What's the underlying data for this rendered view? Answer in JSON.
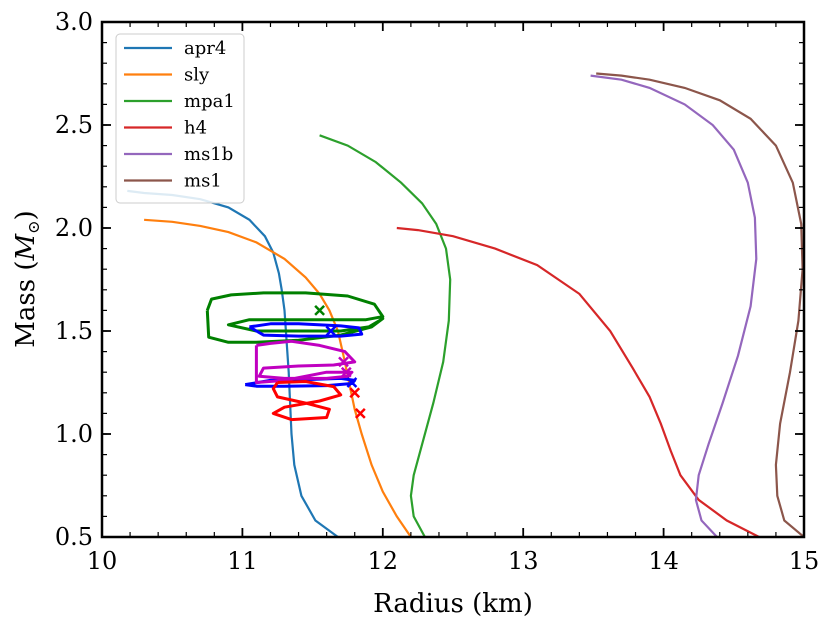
{
  "chart_data": {
    "type": "line",
    "title": "",
    "xlabel": "Radius (km)",
    "ylabel": "Mass (M_⊙)",
    "ylabel_main": "Mass (",
    "ylabel_symbol": "M",
    "ylabel_sub": "⊙",
    "ylabel_close": ")",
    "xlim": [
      10,
      15
    ],
    "ylim": [
      0.5,
      3.0
    ],
    "x_ticks": [
      10,
      11,
      12,
      13,
      14,
      15
    ],
    "x_tick_labels": [
      "10",
      "11",
      "12",
      "13",
      "14",
      "15"
    ],
    "y_ticks": [
      0.5,
      1.0,
      1.5,
      2.0,
      2.5,
      3.0
    ],
    "y_tick_labels": [
      "0.5",
      "1.0",
      "1.5",
      "2.0",
      "2.5",
      "3.0"
    ],
    "grid": false,
    "legend_position": "top-left",
    "series": [
      {
        "name": "apr4",
        "color": "#1f77b4",
        "x": [
          11.68,
          11.52,
          11.42,
          11.37,
          11.35,
          11.34,
          11.33,
          11.32,
          11.31,
          11.3,
          11.28,
          11.26,
          11.22,
          11.16,
          11.05,
          10.9,
          10.7,
          10.5,
          10.3,
          10.18
        ],
        "y": [
          0.5,
          0.58,
          0.7,
          0.85,
          1.0,
          1.15,
          1.3,
          1.4,
          1.5,
          1.6,
          1.7,
          1.78,
          1.88,
          1.96,
          2.04,
          2.1,
          2.14,
          2.16,
          2.17,
          2.18
        ]
      },
      {
        "name": "sly",
        "color": "#ff7f0e",
        "x": [
          12.2,
          12.1,
          12.0,
          11.92,
          11.85,
          11.8,
          11.76,
          11.72,
          11.68,
          11.62,
          11.55,
          11.45,
          11.3,
          11.1,
          10.9,
          10.7,
          10.5,
          10.3
        ],
        "y": [
          0.5,
          0.6,
          0.72,
          0.85,
          1.0,
          1.12,
          1.25,
          1.38,
          1.5,
          1.6,
          1.68,
          1.76,
          1.85,
          1.93,
          1.98,
          2.01,
          2.03,
          2.04
        ]
      },
      {
        "name": "mpa1",
        "color": "#2ca02c",
        "x": [
          12.3,
          12.22,
          12.2,
          12.22,
          12.28,
          12.36,
          12.43,
          12.47,
          12.48,
          12.45,
          12.38,
          12.28,
          12.13,
          11.95,
          11.75,
          11.55
        ],
        "y": [
          0.5,
          0.6,
          0.7,
          0.8,
          0.95,
          1.15,
          1.35,
          1.55,
          1.75,
          1.9,
          2.02,
          2.12,
          2.22,
          2.32,
          2.4,
          2.45
        ]
      },
      {
        "name": "h4",
        "color": "#d62728",
        "x": [
          14.68,
          14.45,
          14.25,
          14.12,
          14.05,
          13.98,
          13.9,
          13.78,
          13.62,
          13.4,
          13.1,
          12.8,
          12.5,
          12.25,
          12.1
        ],
        "y": [
          0.5,
          0.58,
          0.68,
          0.8,
          0.92,
          1.05,
          1.18,
          1.32,
          1.5,
          1.68,
          1.82,
          1.9,
          1.96,
          1.99,
          2.0
        ]
      },
      {
        "name": "ms1b",
        "color": "#9467bd",
        "x": [
          14.38,
          14.27,
          14.23,
          14.25,
          14.32,
          14.42,
          14.53,
          14.62,
          14.66,
          14.65,
          14.6,
          14.5,
          14.35,
          14.15,
          13.9,
          13.7,
          13.48
        ],
        "y": [
          0.5,
          0.58,
          0.68,
          0.8,
          0.95,
          1.15,
          1.38,
          1.62,
          1.85,
          2.05,
          2.22,
          2.38,
          2.5,
          2.6,
          2.68,
          2.72,
          2.74
        ]
      },
      {
        "name": "ms1",
        "color": "#8c564b",
        "x": [
          15.0,
          14.86,
          14.81,
          14.8,
          14.83,
          14.9,
          14.96,
          14.99,
          14.98,
          14.92,
          14.8,
          14.62,
          14.4,
          14.15,
          13.9,
          13.7,
          13.52
        ],
        "y": [
          0.5,
          0.58,
          0.7,
          0.85,
          1.05,
          1.3,
          1.55,
          1.8,
          2.02,
          2.22,
          2.4,
          2.53,
          2.62,
          2.68,
          2.72,
          2.74,
          2.75
        ]
      }
    ],
    "contours": [
      {
        "color": "#008000",
        "x": [
          10.75,
          10.78,
          10.92,
          11.15,
          11.45,
          11.75,
          11.94,
          12.0,
          11.88,
          11.6,
          11.3,
          11.05,
          10.9,
          11.1,
          11.4,
          11.7,
          11.9,
          12.0,
          11.92,
          11.7,
          11.4,
          11.1,
          10.9,
          10.76,
          10.75
        ],
        "y": [
          1.6,
          1.655,
          1.675,
          1.685,
          1.685,
          1.67,
          1.63,
          1.57,
          1.555,
          1.555,
          1.555,
          1.555,
          1.53,
          1.5,
          1.5,
          1.5,
          1.52,
          1.56,
          1.52,
          1.48,
          1.455,
          1.445,
          1.445,
          1.47,
          1.6
        ]
      },
      {
        "color": "#0000ff",
        "x": [
          11.05,
          11.2,
          11.4,
          11.7,
          11.83,
          11.85,
          11.7,
          11.4,
          11.15,
          11.05
        ],
        "y": [
          1.52,
          1.535,
          1.535,
          1.525,
          1.515,
          1.485,
          1.475,
          1.475,
          1.48,
          1.52
        ]
      },
      {
        "color": "#0000ff",
        "x": [
          11.02,
          11.2,
          11.5,
          11.7,
          11.8,
          11.78,
          11.6,
          11.3,
          11.1,
          11.02
        ],
        "y": [
          1.24,
          1.26,
          1.265,
          1.27,
          1.26,
          1.245,
          1.235,
          1.232,
          1.232,
          1.24
        ]
      },
      {
        "color": "#c000c0",
        "x": [
          11.1,
          11.2,
          11.35,
          11.55,
          11.73,
          11.8,
          11.65,
          11.4,
          11.15,
          11.12,
          11.3,
          11.6,
          11.75,
          11.78,
          11.6,
          11.3,
          11.1,
          11.1
        ],
        "y": [
          1.43,
          1.44,
          1.45,
          1.43,
          1.4,
          1.35,
          1.335,
          1.33,
          1.32,
          1.28,
          1.27,
          1.27,
          1.28,
          1.3,
          1.3,
          1.26,
          1.25,
          1.43
        ]
      },
      {
        "color": "#ff0000",
        "x": [
          11.25,
          11.45,
          11.65,
          11.7,
          11.55,
          11.3,
          11.22,
          11.35,
          11.6,
          11.62,
          11.45,
          11.25,
          11.22,
          11.25
        ],
        "y": [
          1.25,
          1.255,
          1.23,
          1.19,
          1.16,
          1.13,
          1.1,
          1.07,
          1.08,
          1.12,
          1.15,
          1.18,
          1.22,
          1.25
        ]
      }
    ],
    "markers": [
      {
        "x": 11.55,
        "y": 1.6,
        "color": "#008000"
      },
      {
        "x": 11.63,
        "y": 1.5,
        "color": "#0000ff"
      },
      {
        "x": 11.72,
        "y": 1.35,
        "color": "#c000c0"
      },
      {
        "x": 11.74,
        "y": 1.3,
        "color": "#c000c0"
      },
      {
        "x": 11.78,
        "y": 1.25,
        "color": "#0000ff"
      },
      {
        "x": 11.8,
        "y": 1.2,
        "color": "#ff0000"
      },
      {
        "x": 11.84,
        "y": 1.1,
        "color": "#ff0000"
      }
    ]
  }
}
